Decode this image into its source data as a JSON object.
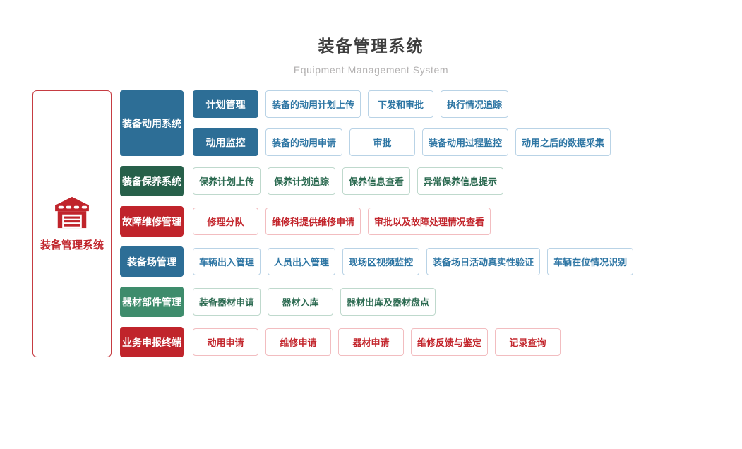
{
  "header": {
    "title": "装备管理系统",
    "subtitle": "Equipment Management System"
  },
  "root": {
    "label": "装备管理系统",
    "icon": "warehouse-icon",
    "color": "#c0242b",
    "border": "#c63c42"
  },
  "schemes": {
    "blue": {
      "solid": "#2d6e96",
      "text": "#2e76a4",
      "border": "#b9d3e6"
    },
    "green-dark": {
      "solid": "#27604a",
      "text": "#2d6b52",
      "border": "#bfd9cd"
    },
    "green-mid": {
      "solid": "#3e8c6c",
      "text": "#2d6b52",
      "border": "#bfd9cd"
    },
    "red": {
      "solid": "#c0242b",
      "text": "#c3272e",
      "border": "#f2bdc0"
    }
  },
  "tree": [
    {
      "category": "装备动用系统",
      "scheme": "blue",
      "sub_rows": [
        {
          "button": "计划管理",
          "items": [
            "装备的动用计划上传",
            "下发和审批",
            "执行情况追踪"
          ]
        },
        {
          "button": "动用监控",
          "items": [
            "装备的动用申请",
            "审批",
            "装备动用过程监控",
            "动用之后的数据采集"
          ]
        }
      ]
    },
    {
      "category": "装备保养系统",
      "scheme": "green-dark",
      "items": [
        "保养计划上传",
        "保养计划追踪",
        "保养信息查看",
        "异常保养信息提示"
      ]
    },
    {
      "category": "故障维修管理",
      "scheme": "red",
      "items": [
        "修理分队",
        "维修科提供维修申请",
        "审批以及故障处理情况查看"
      ]
    },
    {
      "category": "装备场管理",
      "scheme": "blue",
      "items": [
        "车辆出入管理",
        "人员出入管理",
        "现场区视频监控",
        "装备场日活动真实性验证",
        "车辆在位情况识别"
      ]
    },
    {
      "category": "器材部件管理",
      "scheme": "green-mid",
      "items": [
        "装备器材申请",
        "器材入库",
        "器材出库及器材盘点"
      ]
    },
    {
      "category": "业务申报终端",
      "scheme": "red",
      "items": [
        "动用申请",
        "维修申请",
        "器材申请",
        "维修反馈与鉴定",
        "记录查询"
      ]
    }
  ]
}
